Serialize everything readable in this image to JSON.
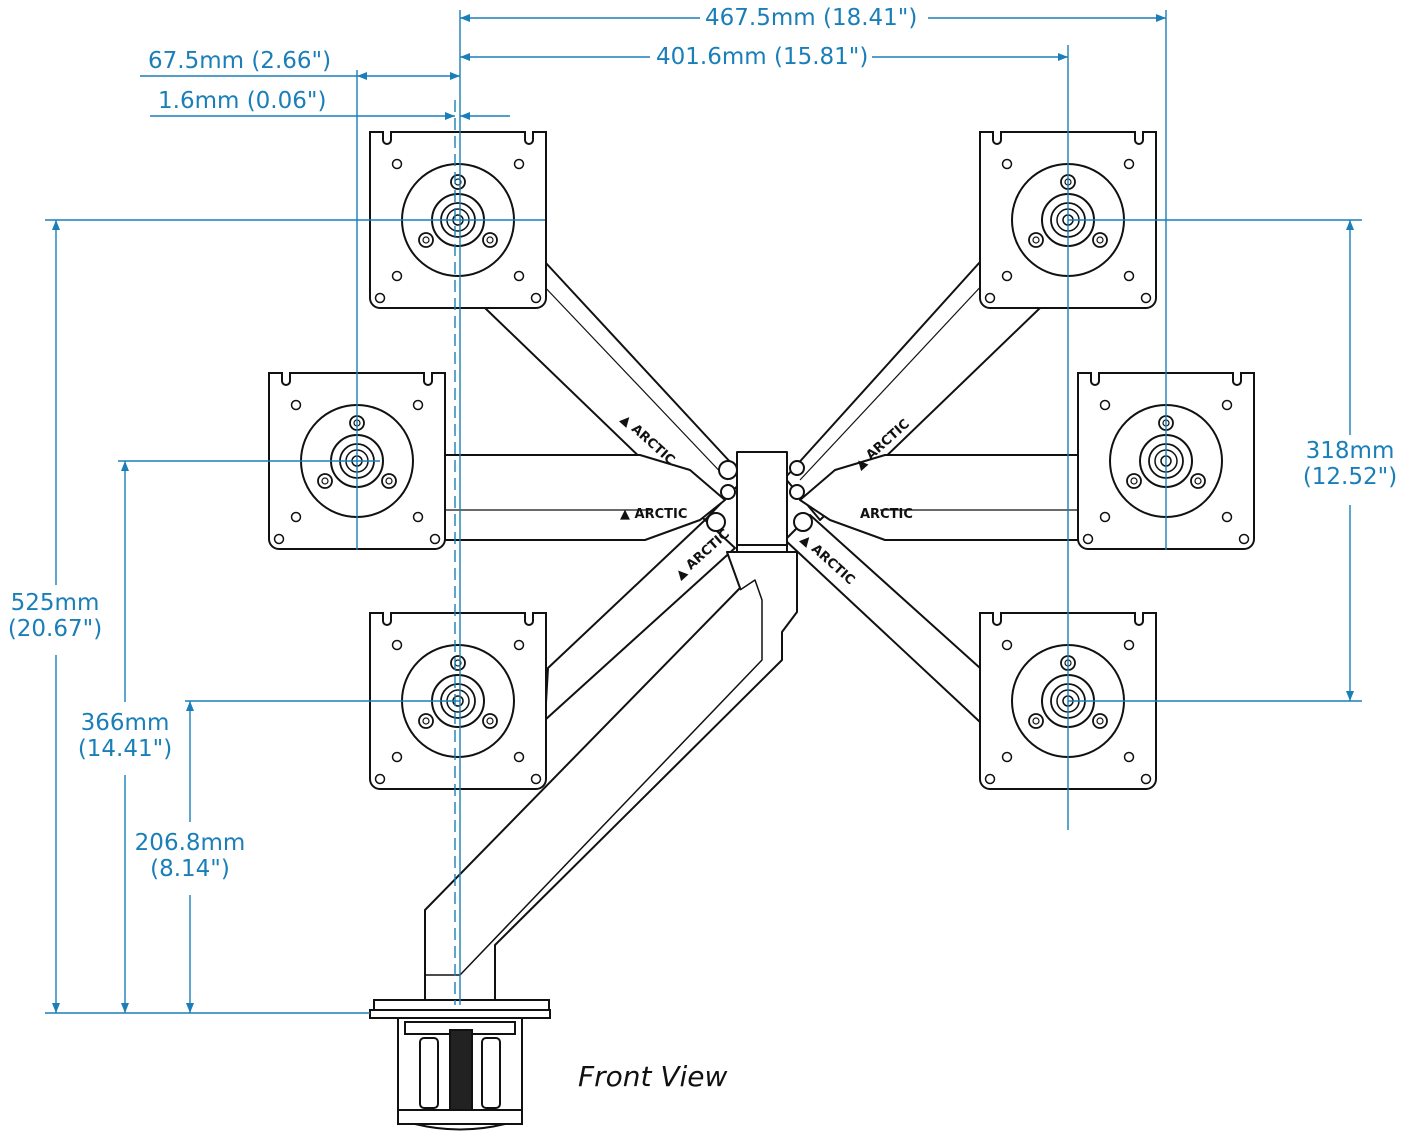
{
  "dimensions": {
    "overall_width": "467.5mm (18.41\")",
    "vesa_span": "401.6mm (15.81\")",
    "left_offset": "67.5mm (2.66\")",
    "small_offset": "1.6mm (0.06\")",
    "right_height": {
      "mm": "318mm",
      "inch": "(12.52\")"
    },
    "total_height": {
      "mm": "525mm",
      "inch": "(20.67\")"
    },
    "mid_height": {
      "mm": "366mm",
      "inch": "(14.41\")"
    },
    "low_height": {
      "mm": "206.8mm",
      "inch": "(8.14\")"
    }
  },
  "brand_label": "ARCTIC",
  "caption": "Front View",
  "colors": {
    "dimension": "#1a7fb8",
    "line": "#111111"
  }
}
